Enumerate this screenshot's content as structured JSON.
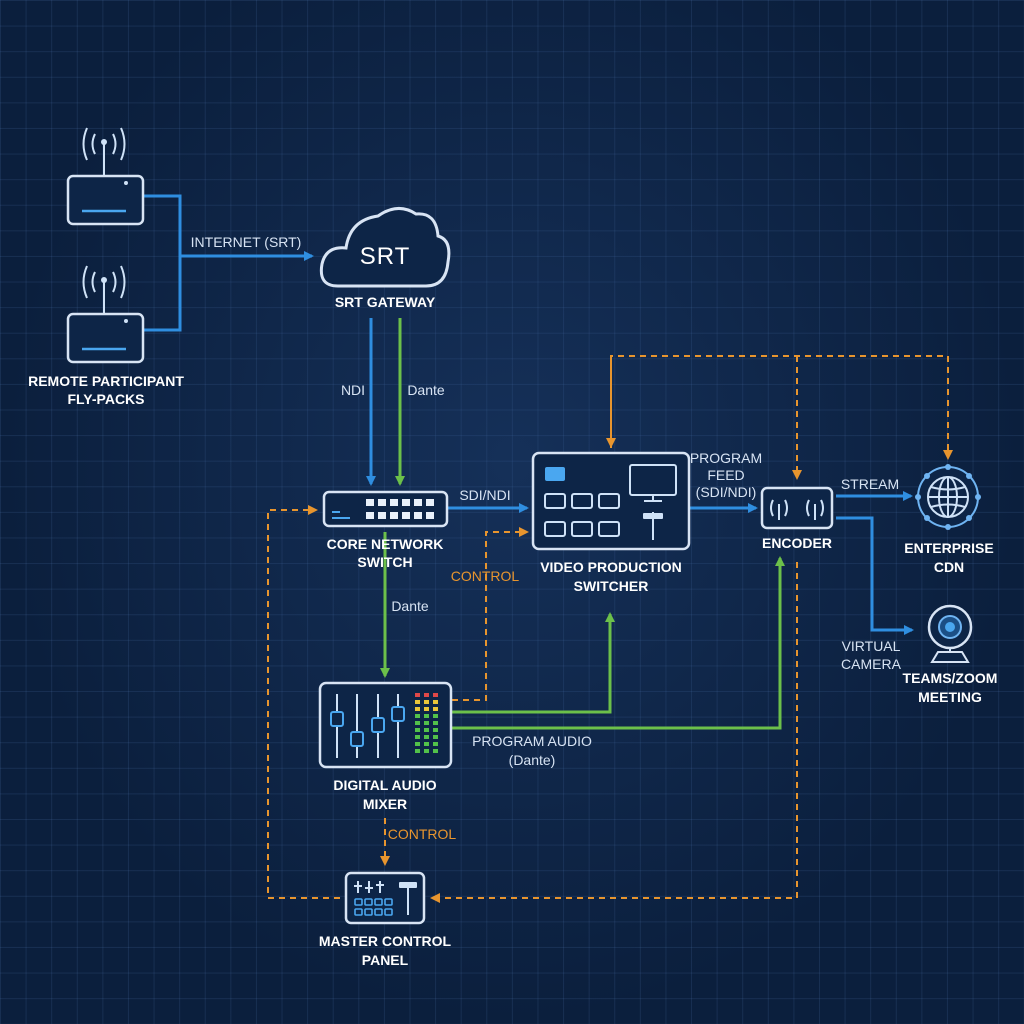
{
  "colors": {
    "background": "#0b1f3d",
    "network_video": "#2f8ee0",
    "dante_audio": "#6cc04a",
    "control": "#e8952e",
    "label_text": "#ffffff",
    "link_text": "#d7e3f3"
  },
  "nodes": {
    "flypacks": {
      "label_line1": "REMOTE PARTICIPANT",
      "label_line2": "FLY-PACKS",
      "icon": "router-icon"
    },
    "srt_gateway": {
      "cloud_text": "SRT",
      "label": "SRT GATEWAY",
      "icon": "cloud-icon"
    },
    "core_switch": {
      "label_line1": "CORE NETWORK",
      "label_line2": "SWITCH",
      "icon": "network-switch-icon"
    },
    "video_switcher": {
      "label_line1": "VIDEO PRODUCTION",
      "label_line2": "SWITCHER",
      "icon": "video-switcher-icon"
    },
    "encoder": {
      "label": "ENCODER",
      "icon": "encoder-icon"
    },
    "cdn": {
      "label_line1": "ENTERPRISE",
      "label_line2": "CDN",
      "icon": "globe-icon"
    },
    "meeting": {
      "label_line1": "TEAMS/ZOOM",
      "label_line2": "MEETING",
      "icon": "webcam-icon"
    },
    "audio_mixer": {
      "label_line1": "DIGITAL AUDIO",
      "label_line2": "MIXER",
      "icon": "audio-mixer-icon"
    },
    "master_control": {
      "label_line1": "MASTER CONTROL",
      "label_line2": "PANEL",
      "icon": "control-panel-icon"
    }
  },
  "links": {
    "internet_srt": "INTERNET (SRT)",
    "ndi": "NDI",
    "dante_gateway": "Dante",
    "sdi_ndi": "SDI/NDI",
    "program_feed_line1": "PROGRAM",
    "program_feed_line2": "FEED",
    "program_feed_line3": "(SDI/NDI)",
    "stream": "STREAM",
    "virtual_camera_line1": "VIRTUAL",
    "virtual_camera_line2": "CAMERA",
    "control_switcher": "CONTROL",
    "dante_switch": "Dante",
    "program_audio_line1": "PROGRAM AUDIO",
    "program_audio_line2": "(Dante)",
    "control_mixer": "CONTROL"
  }
}
